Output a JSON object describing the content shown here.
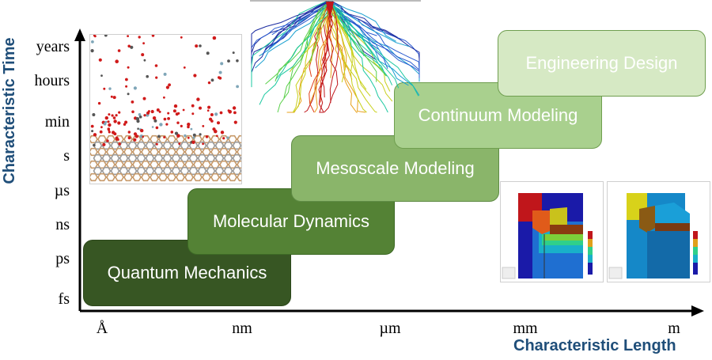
{
  "axes": {
    "y_title": "Characteristic Time",
    "x_title": "Characteristic Length",
    "y_ticks": [
      "years",
      "hours",
      "min",
      "s",
      "µs",
      "ns",
      "ps",
      "fs"
    ],
    "x_ticks": [
      "Å",
      "nm",
      "µm",
      "mm",
      "m"
    ]
  },
  "levels": [
    {
      "label": "Quantum Mechanics",
      "color": "#375623"
    },
    {
      "label": "Molecular Dynamics",
      "color": "#548235"
    },
    {
      "label": "Mesoscale Modeling",
      "color": "#8ab56a"
    },
    {
      "label": "Continuum Modeling",
      "color": "#a9d08e"
    },
    {
      "label": "Engineering Design",
      "color": "#d6e9c4"
    }
  ],
  "colors": {
    "axis": "#000000",
    "title": "#1f4e79",
    "box_border": "#3a6b23"
  },
  "images": [
    {
      "name": "atomistic-surface-image"
    },
    {
      "name": "crack-network-image"
    },
    {
      "name": "stress-contour-image-1"
    },
    {
      "name": "stress-contour-image-2"
    }
  ]
}
